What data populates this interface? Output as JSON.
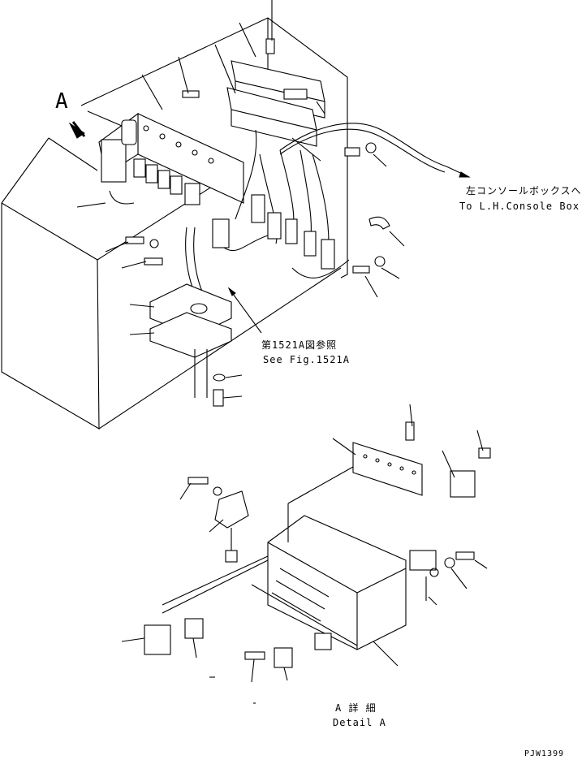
{
  "labels": {
    "view_marker": "A",
    "to_console_jp": "左コンソールボックスへ",
    "to_console_en": "To L.H.Console Box",
    "see_fig_jp": "第1521A図参照",
    "see_fig_en": "See Fig.1521A",
    "detail_jp": "A 詳 細",
    "detail_en": "Detail A",
    "drawing_code": "PJW1399"
  }
}
